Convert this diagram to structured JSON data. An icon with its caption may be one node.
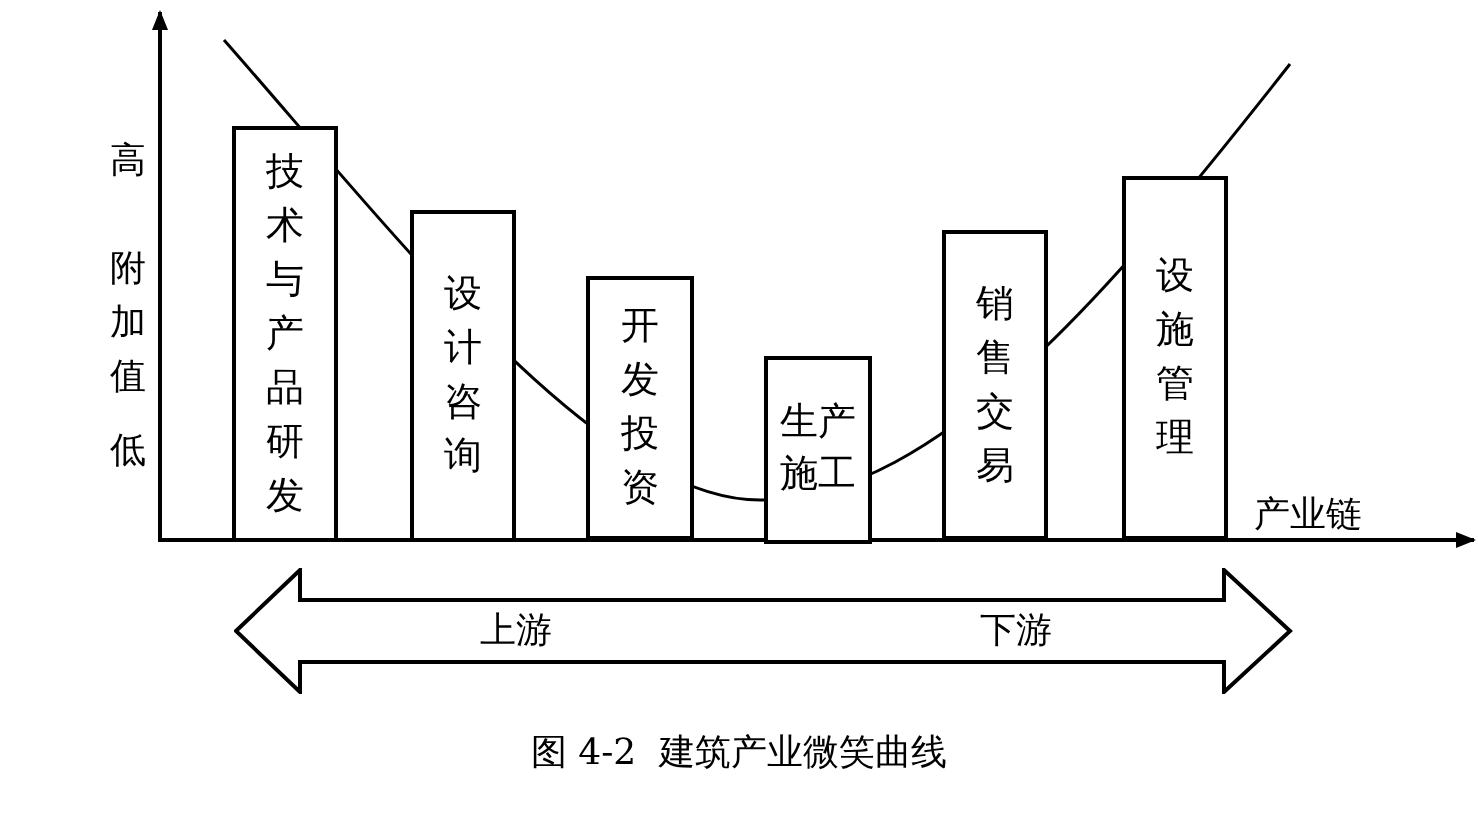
{
  "diagram": {
    "caption": "图 4-2  建筑产业微笑曲线",
    "nodes": [
      {
        "text": [
          "技术与产品研发"
        ]
      },
      {
        "text": [
          "设计咨询"
        ]
      },
      {
        "text": [
          "开发投资"
        ]
      },
      {
        "text": [
          "生产施工"
        ]
      },
      {
        "text": [
          "销售交易"
        ]
      },
      {
        "text": [
          "设施管理"
        ]
      },
      {
        "text": [
          "上游",
          "下游"
        ]
      }
    ],
    "labels": [
      "高",
      "附加值",
      "低",
      "产业链"
    ]
  }
}
